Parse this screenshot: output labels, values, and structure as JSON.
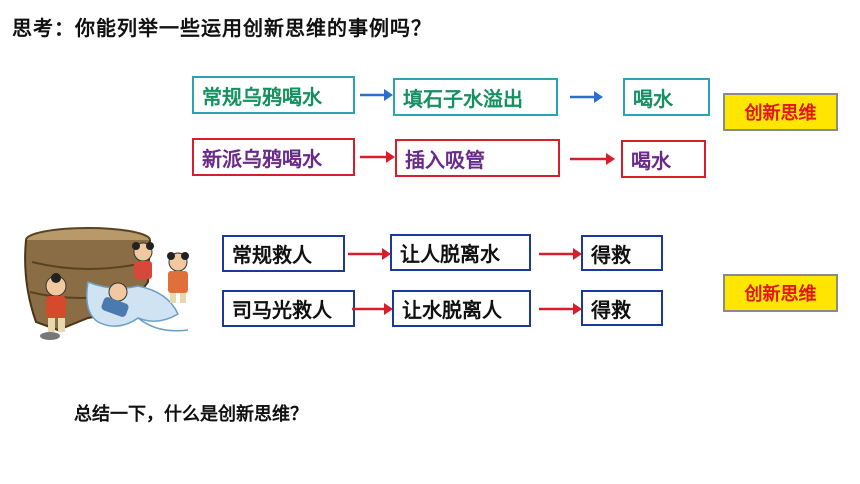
{
  "question": "思考：你能列举一些运用创新思维的事例吗？",
  "crow": {
    "row1": [
      "常规乌鸦喝水",
      "填石子水溢出",
      "喝水"
    ],
    "row2": [
      "新派乌鸦喝水",
      "插入吸管",
      "喝水"
    ],
    "tag": "创新思维"
  },
  "rescue": {
    "row1": [
      "常规救人",
      "让人脱离水",
      "得救"
    ],
    "row2": [
      "司马光救人",
      "让水脱离人",
      "得救"
    ],
    "tag": "创新思维"
  },
  "summary": "总结一下，什么是创新思维？",
  "colors": {
    "teal_border": "#2aa3b5",
    "red_border": "#d81e2a",
    "tag_bg": "#ffe600",
    "tag_text": "#e01818"
  }
}
